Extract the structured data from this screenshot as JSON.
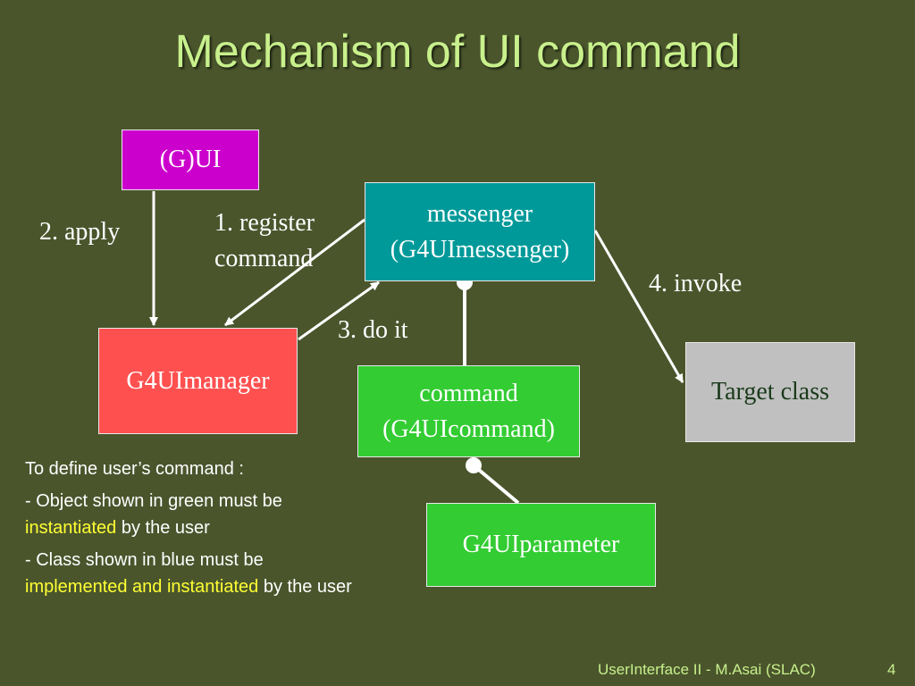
{
  "title": "Mechanism of UI command",
  "diagram": {
    "nodes": {
      "gui": {
        "lines": [
          "(G)UI"
        ],
        "fill": "#cc00cc",
        "text_color": "#ffffff"
      },
      "messenger": {
        "lines": [
          "messenger",
          "(G4UImessenger)"
        ],
        "fill": "#009999",
        "text_color": "#ffffff"
      },
      "manager": {
        "lines": [
          "G4UImanager"
        ],
        "fill": "#ff5050",
        "text_color": "#ffffff"
      },
      "command": {
        "lines": [
          "command",
          "(G4UIcommand)"
        ],
        "fill": "#33cc33",
        "text_color": "#ffffff"
      },
      "target": {
        "lines": [
          "Target class"
        ],
        "fill": "#c0c0c0",
        "text_color": "#1a3a1a"
      },
      "parameter": {
        "lines": [
          "G4UIparameter"
        ],
        "fill": "#33cc33",
        "text_color": "#ffffff"
      }
    },
    "edges": [
      {
        "from": "gui",
        "to": "manager",
        "label_lines": [
          "2. apply"
        ],
        "style": "arrow"
      },
      {
        "from": "messenger",
        "to": "manager",
        "label_lines": [
          "1. register",
          "command"
        ],
        "style": "arrow"
      },
      {
        "from": "manager",
        "to": "messenger",
        "label_lines": [
          "3. do it"
        ],
        "style": "arrow"
      },
      {
        "from": "messenger",
        "to": "target",
        "label_lines": [
          "4. invoke"
        ],
        "style": "arrow"
      },
      {
        "from": "messenger",
        "to": "command",
        "label_lines": [],
        "style": "dot-connector"
      },
      {
        "from": "command",
        "to": "parameter",
        "label_lines": [],
        "style": "dot-connector"
      }
    ]
  },
  "notes": {
    "heading": "To define user’s command :",
    "item1_before": "- Object shown in green must be ",
    "item1_highlight": "instantiated",
    "item1_after": " by the user",
    "item2_before": "- Class shown in blue must be ",
    "item2_highlight": "implemented and instantiated",
    "item2_after": " by the user"
  },
  "footer": {
    "text": "UserInterface II - M.Asai (SLAC)",
    "page_number": "4"
  },
  "colors": {
    "background": "#4a552c",
    "title": "#c8f08c",
    "highlight": "#ffff33",
    "connector": "#ffffff"
  }
}
